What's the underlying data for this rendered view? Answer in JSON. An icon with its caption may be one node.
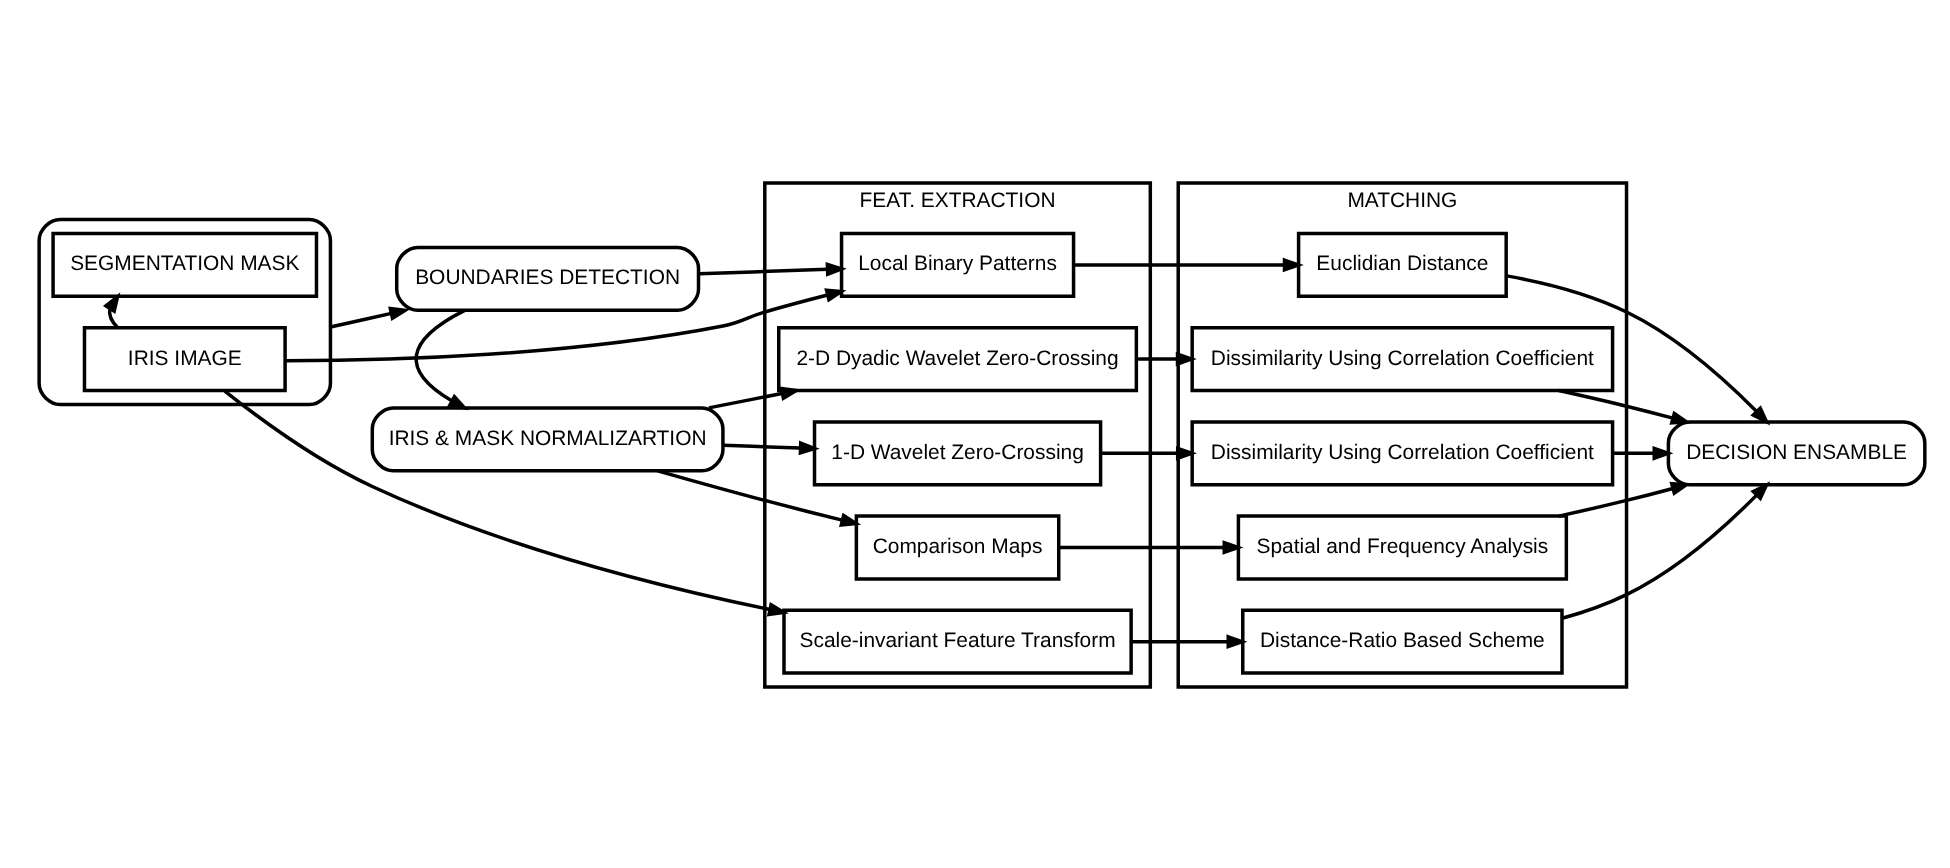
{
  "diagram": {
    "nodes": [
      {
        "text": [],
        "shape": "box"
      },
      {
        "text": [
          "IRIS IMAGE"
        ],
        "in": 0
      },
      {
        "text": [
          "SEGMENTATION MASK"
        ],
        "in": 0
      },
      {
        "text": [
          "BOUNDARIES DETECTION"
        ]
      },
      {
        "text": [
          "IRIS & MASK NORMALIZARTION"
        ]
      },
      {
        "text": [
          "FEAT. EXTRACTION"
        ]
      },
      {
        "text": [
          "Scale-invariant Feature Transform"
        ],
        "in": 5
      },
      {
        "text": [
          "Local Binary Patterns"
        ],
        "in": 5
      },
      {
        "text": [
          "1-D Wavelet Zero-Crossing"
        ],
        "in": 5
      },
      {
        "text": [
          "2-D Dyadic Wavelet Zero-Crossing"
        ],
        "in": 5
      },
      {
        "text": [
          "Comparison Maps"
        ],
        "in": 5
      },
      {
        "text": [
          "MATCHING"
        ]
      },
      {
        "text": [
          "Distance-Ratio Based Scheme"
        ],
        "in": 11
      },
      {
        "text": [
          "Euclidian Distance"
        ],
        "in": 11
      },
      {
        "text": [
          "Dissimilarity Using Correlation Coefficient"
        ],
        "in": 11
      },
      {
        "text": [
          "Dissimilarity Using Correlation Coefficient"
        ],
        "in": 11
      },
      {
        "text": [
          "Spatial and Frequency Analysis"
        ],
        "in": 11
      },
      {
        "text": [
          "DECISION ENSAMBLE"
        ]
      }
    ],
    "edges": [
      {
        "from": 1,
        "to": 2,
        "arrow": "to"
      },
      {
        "from": 0,
        "to": 3,
        "arrow": "to"
      },
      {
        "from": 1,
        "to": 6,
        "arrow": "to"
      },
      {
        "from": 1,
        "to": 7,
        "arrow": "to"
      },
      {
        "from": 3,
        "to": 7,
        "arrow": "to"
      },
      {
        "from": 3,
        "to": 4,
        "arrow": "to"
      },
      {
        "from": 4,
        "to": 8,
        "arrow": "to"
      },
      {
        "from": 4,
        "to": 9,
        "arrow": "to"
      },
      {
        "from": 4,
        "to": 10,
        "arrow": "to"
      },
      {
        "from": 6,
        "to": 12,
        "arrow": "to"
      },
      {
        "from": 7,
        "to": 13,
        "arrow": "to"
      },
      {
        "from": 8,
        "to": 14,
        "arrow": "to"
      },
      {
        "from": 9,
        "to": 15,
        "arrow": "to"
      },
      {
        "from": 10,
        "to": 16,
        "arrow": "to"
      },
      {
        "from": 12,
        "to": 17,
        "arrow": "to"
      },
      {
        "from": 13,
        "to": 17,
        "arrow": "to"
      },
      {
        "from": 14,
        "to": 17,
        "arrow": "to"
      },
      {
        "from": 15,
        "to": 17,
        "arrow": "to"
      },
      {
        "from": 16,
        "to": 17,
        "arrow": "to"
      }
    ]
  }
}
